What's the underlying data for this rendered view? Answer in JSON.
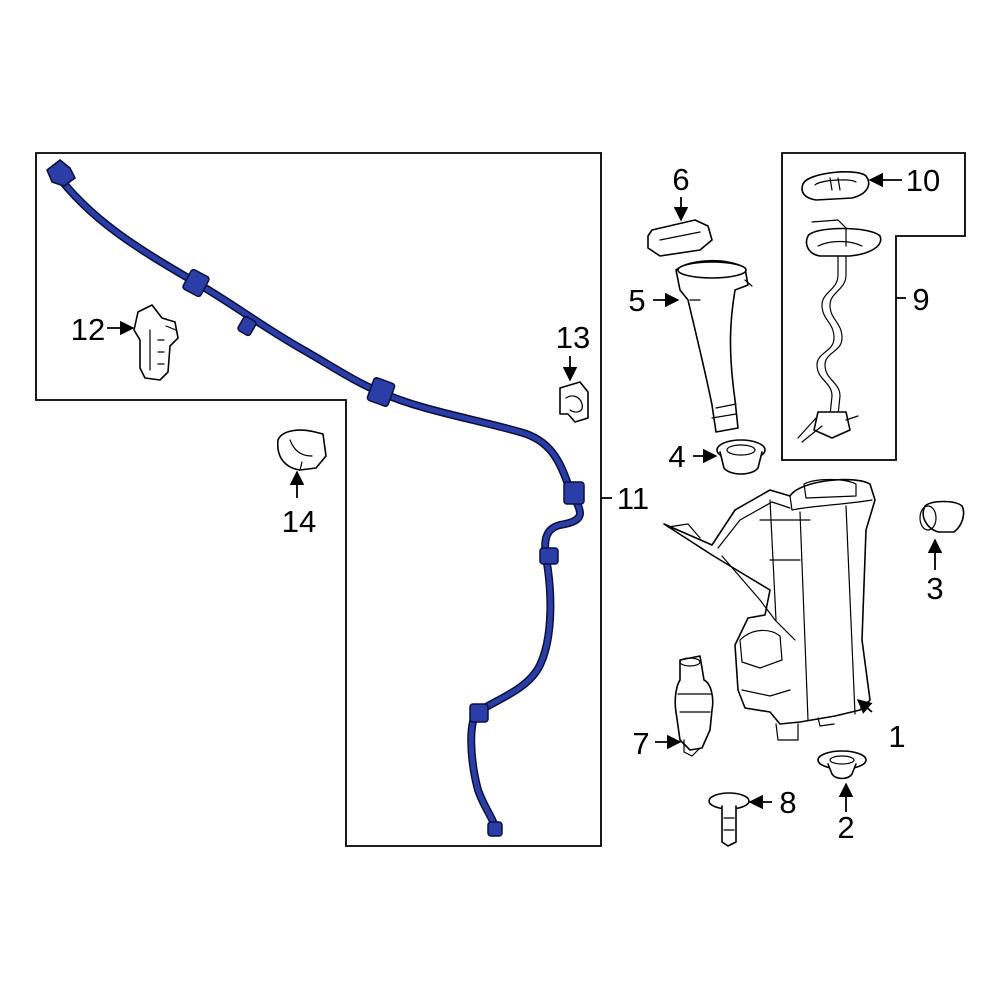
{
  "callouts": {
    "c1": "1",
    "c2": "2",
    "c3": "3",
    "c4": "4",
    "c5": "5",
    "c6": "6",
    "c7": "7",
    "c8": "8",
    "c9": "9",
    "c10": "10",
    "c11": "11",
    "c12": "12",
    "c13": "13",
    "c14": "14"
  },
  "colors": {
    "highlight": "#2b3ea8",
    "highlight_outline": "#0a0f3c",
    "line": "#000000",
    "background": "#ffffff"
  }
}
